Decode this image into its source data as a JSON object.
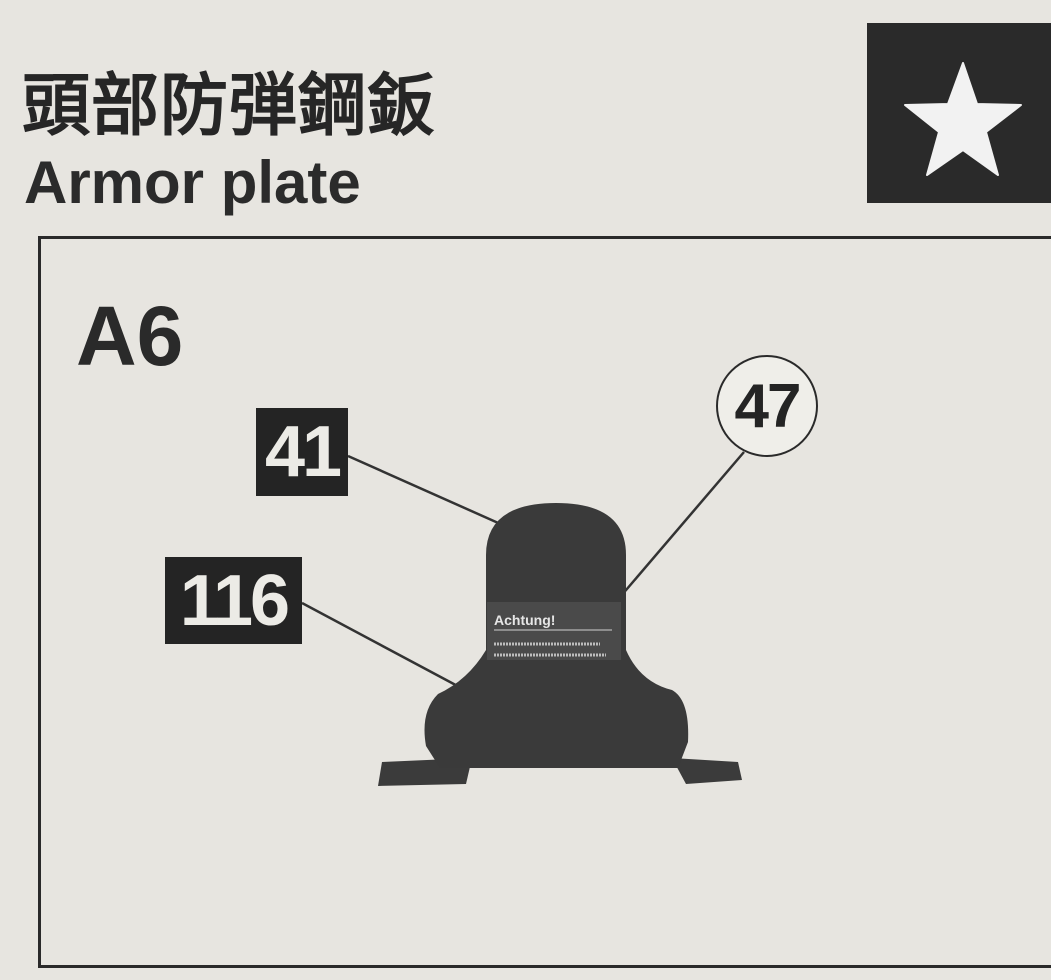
{
  "header": {
    "title_jp": "頭部防弾鋼鈑",
    "title_en": "Armor plate"
  },
  "badge": {
    "icon": "star-icon",
    "color": "#2a2a2a"
  },
  "step": {
    "label": "A6"
  },
  "callouts": {
    "paint_top": "41",
    "paint_bottom": "116",
    "decal": "47"
  },
  "decal": {
    "title": "Achtung!"
  },
  "colors": {
    "plate": "#3a3a3a",
    "panel_border": "#2a2a2a",
    "paint_box": "#242424"
  }
}
